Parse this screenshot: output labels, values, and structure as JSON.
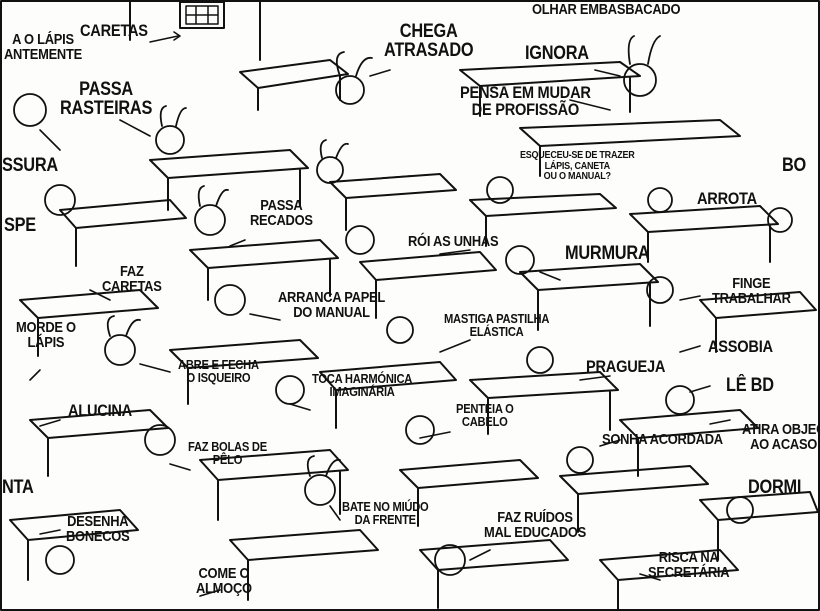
{
  "colors": {
    "ink": "#111111",
    "paper": "#fdfdfb"
  },
  "labels": [
    {
      "id": "a-o-lapis",
      "lines": [
        "A O LÁPIS",
        "ANTEMENTE"
      ]
    },
    {
      "id": "caretas-top",
      "lines": [
        "CARETAS"
      ]
    },
    {
      "id": "chega-atrasado",
      "lines": [
        "CHEGA",
        "ATRASADO"
      ]
    },
    {
      "id": "olhar-embasbacado",
      "lines": [
        "OLHAR EMBASBACADO"
      ]
    },
    {
      "id": "ignora",
      "lines": [
        "IGNORA"
      ]
    },
    {
      "id": "passa-rasteiras",
      "lines": [
        "PASSA",
        "RASTEIRAS"
      ]
    },
    {
      "id": "pensa-mudar",
      "lines": [
        "PENSA EM MUDAR",
        "DE PROFISSÃO"
      ]
    },
    {
      "id": "ssura",
      "lines": [
        "SSURA"
      ]
    },
    {
      "id": "esqueceu",
      "lines": [
        "ESQUECEU-SE DE TRAZER",
        "LÁPIS, CANETA",
        "OU O MANUAL?"
      ]
    },
    {
      "id": "bo",
      "lines": [
        "BO"
      ]
    },
    {
      "id": "arrota",
      "lines": [
        "ARROTA"
      ]
    },
    {
      "id": "spe",
      "lines": [
        "SPE"
      ]
    },
    {
      "id": "passa-recados",
      "lines": [
        "PASSA",
        "RECADOS"
      ]
    },
    {
      "id": "roi-unhas",
      "lines": [
        "RÓI AS UNHAS"
      ]
    },
    {
      "id": "murmura",
      "lines": [
        "MURMURA"
      ]
    },
    {
      "id": "faz-caretas",
      "lines": [
        "FAZ",
        "CARETAS"
      ]
    },
    {
      "id": "finge-trabalhar",
      "lines": [
        "FINGE",
        "TRABALHAR"
      ]
    },
    {
      "id": "arranca-papel",
      "lines": [
        "ARRANCA PAPEL",
        "DO MANUAL"
      ]
    },
    {
      "id": "mastiga",
      "lines": [
        "MASTIGA PASTILHA",
        "ELÁSTICA"
      ]
    },
    {
      "id": "morde-lapis",
      "lines": [
        "MORDE O",
        "LÁPIS"
      ]
    },
    {
      "id": "assobia",
      "lines": [
        "ASSOBIA"
      ]
    },
    {
      "id": "abre-fecha",
      "lines": [
        "ABRE E FECHA",
        "O ISQUEIRO"
      ]
    },
    {
      "id": "praguejar",
      "lines": [
        "PRAGUEJA"
      ]
    },
    {
      "id": "toca-harmonica",
      "lines": [
        "TOCA HARMÓNICA",
        "IMAGINÁRIA"
      ]
    },
    {
      "id": "le-bd",
      "lines": [
        "LÊ BD"
      ]
    },
    {
      "id": "alucina",
      "lines": [
        "ALUCINA"
      ]
    },
    {
      "id": "penteia",
      "lines": [
        "PENTEIA O",
        "CABELO"
      ]
    },
    {
      "id": "atira-objectos",
      "lines": [
        "ATIRA OBJEC",
        "AO ACASO"
      ]
    },
    {
      "id": "sonha-acordada",
      "lines": [
        "SONHA ACORDADA"
      ]
    },
    {
      "id": "faz-bolas",
      "lines": [
        "FAZ BOLAS DE",
        "PÊLO"
      ]
    },
    {
      "id": "nta",
      "lines": [
        "NTA"
      ]
    },
    {
      "id": "dorme",
      "lines": [
        "DORMI"
      ]
    },
    {
      "id": "bate-miudo",
      "lines": [
        "BATE NO MIÚDO",
        "DA FRENTE"
      ]
    },
    {
      "id": "desenha-bonecos",
      "lines": [
        "DESENHA",
        "BONECOS"
      ]
    },
    {
      "id": "faz-ruidos",
      "lines": [
        "FAZ RUÍDOS",
        "MAL EDUCADOS"
      ]
    },
    {
      "id": "risca-secretaria",
      "lines": [
        "RISCA NA",
        "SECRETÁRIA"
      ]
    },
    {
      "id": "come-almoco",
      "lines": [
        "COME O",
        "ALMOÇO"
      ]
    }
  ]
}
